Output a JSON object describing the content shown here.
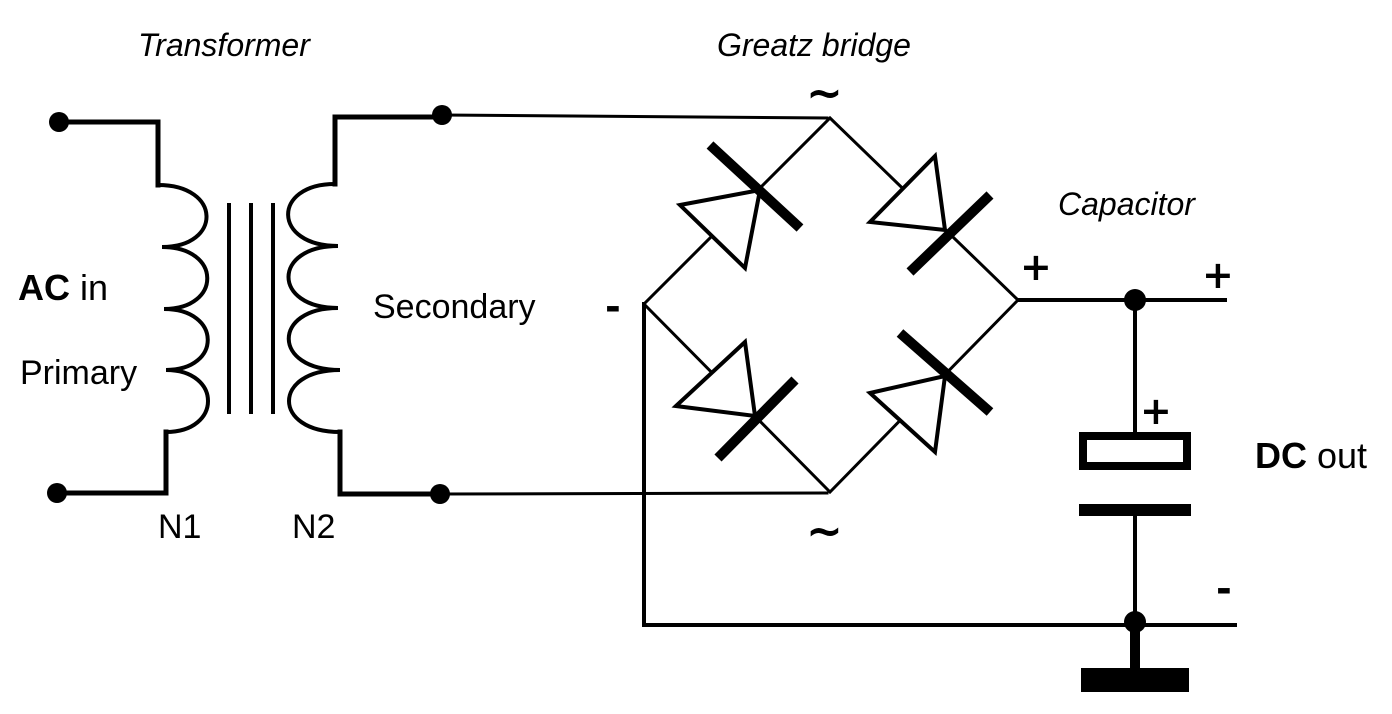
{
  "labels": {
    "transformer": "Transformer",
    "bridge": "Greatz bridge",
    "capacitor": "Capacitor",
    "ac_bold": "AC",
    "ac_rest": " in",
    "primary": "Primary",
    "secondary": "Secondary",
    "n1": "N1",
    "n2": "N2",
    "dc_bold": "DC",
    "dc_rest": " out",
    "tilde_top": "~",
    "tilde_bottom": "~",
    "bridge_minus": "-",
    "bridge_plus": "+",
    "out_plus": "+",
    "out_minus": "-",
    "cap_plus": "+"
  },
  "colors": {
    "ink": "#000000",
    "background": "#ffffff"
  }
}
